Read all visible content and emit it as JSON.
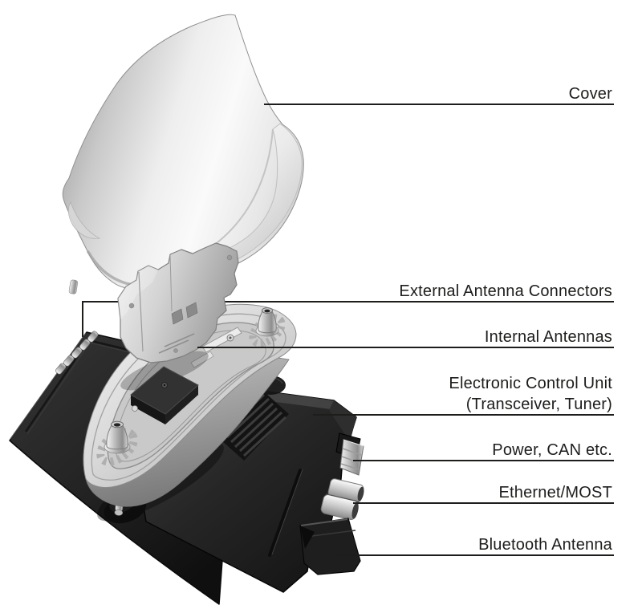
{
  "diagram": {
    "type": "exploded-view-illustration",
    "background": "#ffffff",
    "labels": {
      "cover": "Cover",
      "external_antenna_connectors": "External Antenna Connectors",
      "internal_antennas": "Internal Antennas",
      "ecu_line1": "Electronic Control Unit",
      "ecu_line2": "(Transceiver, Tuner)",
      "power_can": "Power, CAN etc.",
      "ethernet_most": "Ethernet/MOST",
      "bluetooth_antenna": "Bluetooth Antenna"
    },
    "colors": {
      "leader_line": "#1d1d1b",
      "label_text": "#1d1d1b",
      "silver_highlight": "#fafafa",
      "silver_mid": "#cfcfcf",
      "silver_shadow": "#9a9a9a",
      "housing_dark": "#262626",
      "housing_deep": "#0f0f0f"
    }
  }
}
